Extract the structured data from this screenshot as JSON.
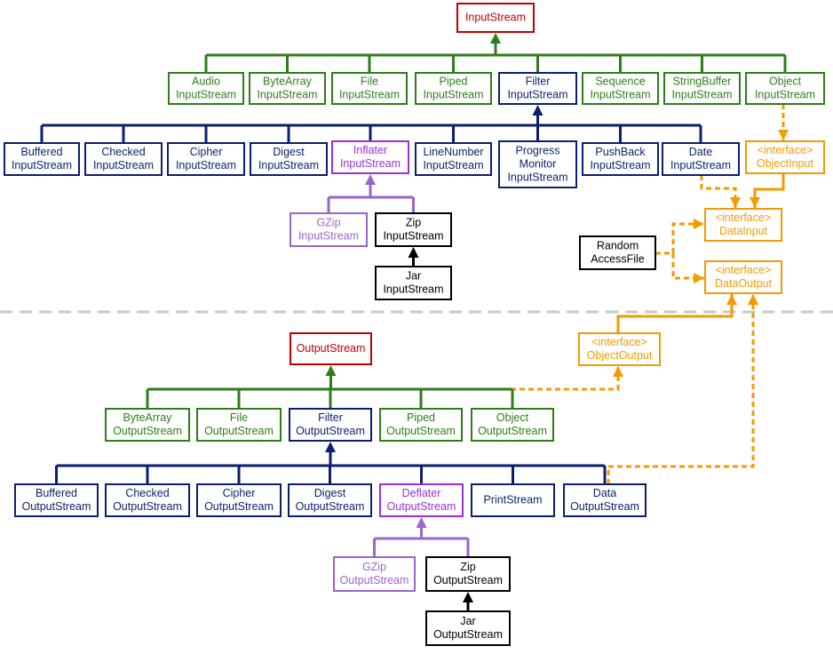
{
  "colors": {
    "root": "#c00000",
    "concrete": "#2e7d1b",
    "filter": "#0b1f6e",
    "compressed": "#9b30d9",
    "compressed_sub": "#9966cc",
    "zip": "#000000",
    "interface": "#f59a00",
    "separator": "#c8c8c8"
  },
  "nodes": [
    {
      "id": "inputstream",
      "label": [
        "InputStream"
      ],
      "kind": "root"
    },
    {
      "id": "audio-inputstream",
      "label": [
        "Audio",
        "InputStream"
      ],
      "kind": "concrete"
    },
    {
      "id": "bytearray-inputstream",
      "label": [
        "ByteArray",
        "InputStream"
      ],
      "kind": "concrete"
    },
    {
      "id": "file-inputstream",
      "label": [
        "File",
        "InputStream"
      ],
      "kind": "concrete"
    },
    {
      "id": "piped-inputstream",
      "label": [
        "Piped",
        "InputStream"
      ],
      "kind": "concrete"
    },
    {
      "id": "filter-inputstream",
      "label": [
        "Filter",
        "InputStream"
      ],
      "kind": "filter"
    },
    {
      "id": "sequence-inputstream",
      "label": [
        "Sequence",
        "InputStream"
      ],
      "kind": "concrete"
    },
    {
      "id": "stringbuffer-inputstream",
      "label": [
        "StringBuffer",
        "InputStream"
      ],
      "kind": "concrete"
    },
    {
      "id": "object-inputstream",
      "label": [
        "Object",
        "InputStream"
      ],
      "kind": "concrete"
    },
    {
      "id": "buffered-inputstream",
      "label": [
        "Buffered",
        "InputStream"
      ],
      "kind": "filter"
    },
    {
      "id": "checked-inputstream",
      "label": [
        "Checked",
        "InputStream"
      ],
      "kind": "filter"
    },
    {
      "id": "cipher-inputstream",
      "label": [
        "Cipher",
        "InputStream"
      ],
      "kind": "filter"
    },
    {
      "id": "digest-inputstream",
      "label": [
        "Digest",
        "InputStream"
      ],
      "kind": "filter"
    },
    {
      "id": "inflater-inputstream",
      "label": [
        "Inflater",
        "InputStream"
      ],
      "kind": "compressed"
    },
    {
      "id": "linenumber-inputstream",
      "label": [
        "LineNumber",
        "InputStream"
      ],
      "kind": "filter"
    },
    {
      "id": "progressmonitor-inputstream",
      "label": [
        "Progress",
        "Monitor",
        "InputStream"
      ],
      "kind": "filter"
    },
    {
      "id": "pushback-inputstream",
      "label": [
        "PushBack",
        "InputStream"
      ],
      "kind": "filter"
    },
    {
      "id": "data-inputstream",
      "label": [
        "Date",
        "InputStream"
      ],
      "kind": "filter"
    },
    {
      "id": "objectinput-interface",
      "label": [
        "<interface>",
        "ObjectInput"
      ],
      "kind": "interface"
    },
    {
      "id": "gzip-inputstream",
      "label": [
        "GZip",
        "InputStream"
      ],
      "kind": "compressed_sub"
    },
    {
      "id": "zip-inputstream",
      "label": [
        "Zip",
        "InputStream"
      ],
      "kind": "zip"
    },
    {
      "id": "jar-inputstream",
      "label": [
        "Jar",
        "InputStream"
      ],
      "kind": "zip"
    },
    {
      "id": "datainput-interface",
      "label": [
        "<interface>",
        "DataInput"
      ],
      "kind": "interface"
    },
    {
      "id": "randomaccessfile",
      "label": [
        "Random",
        "AccessFile"
      ],
      "kind": "zip"
    },
    {
      "id": "dataoutput-interface",
      "label": [
        "<interface>",
        "DataOutput"
      ],
      "kind": "interface"
    },
    {
      "id": "outputstream",
      "label": [
        "OutputStream"
      ],
      "kind": "root"
    },
    {
      "id": "objectoutput-interface",
      "label": [
        "<interface>",
        "ObjectOutput"
      ],
      "kind": "interface"
    },
    {
      "id": "bytearray-outputstream",
      "label": [
        "ByteArray",
        "OutputStream"
      ],
      "kind": "concrete"
    },
    {
      "id": "file-outputstream",
      "label": [
        "File",
        "OutputStream"
      ],
      "kind": "concrete"
    },
    {
      "id": "filter-outputstream",
      "label": [
        "Filter",
        "OutputStream"
      ],
      "kind": "filter"
    },
    {
      "id": "piped-outputstream",
      "label": [
        "Piped",
        "OutputStream"
      ],
      "kind": "concrete"
    },
    {
      "id": "object-outputstream",
      "label": [
        "Object",
        "OutputStream"
      ],
      "kind": "concrete"
    },
    {
      "id": "buffered-outputstream",
      "label": [
        "Buffered",
        "OutputStream"
      ],
      "kind": "filter"
    },
    {
      "id": "checked-outputstream",
      "label": [
        "Checked",
        "OutputStream"
      ],
      "kind": "filter"
    },
    {
      "id": "cipher-outputstream",
      "label": [
        "Cipher",
        "OutputStream"
      ],
      "kind": "filter"
    },
    {
      "id": "digest-outputstream",
      "label": [
        "Digest",
        "OutputStream"
      ],
      "kind": "filter"
    },
    {
      "id": "deflater-outputstream",
      "label": [
        "Deflater",
        "OutputStream"
      ],
      "kind": "compressed"
    },
    {
      "id": "printstream",
      "label": [
        "PrintStream"
      ],
      "kind": "filter"
    },
    {
      "id": "data-outputstream",
      "label": [
        "Data",
        "OutputStream"
      ],
      "kind": "filter"
    },
    {
      "id": "gzip-outputstream",
      "label": [
        "GZip",
        "OutputStream"
      ],
      "kind": "compressed_sub"
    },
    {
      "id": "zip-outputstream",
      "label": [
        "Zip",
        "OutputStream"
      ],
      "kind": "zip"
    },
    {
      "id": "jar-outputstream",
      "label": [
        "Jar",
        "OutputStream"
      ],
      "kind": "zip"
    }
  ],
  "edges": [
    {
      "id": "in-level1",
      "parent": "inputstream",
      "children": [
        "audio-inputstream",
        "bytearray-inputstream",
        "file-inputstream",
        "piped-inputstream",
        "filter-inputstream",
        "sequence-inputstream",
        "stringbuffer-inputstream",
        "object-inputstream"
      ],
      "kind": "concrete",
      "style": "solid"
    },
    {
      "id": "in-filter",
      "parent": "filter-inputstream",
      "children": [
        "buffered-inputstream",
        "checked-inputstream",
        "cipher-inputstream",
        "digest-inputstream",
        "inflater-inputstream",
        "linenumber-inputstream",
        "progressmonitor-inputstream",
        "pushback-inputstream",
        "data-inputstream"
      ],
      "kind": "filter",
      "style": "solid"
    },
    {
      "id": "in-inflater",
      "parent": "inflater-inputstream",
      "children": [
        "gzip-inputstream",
        "zip-inputstream"
      ],
      "kind": "compressed_sub",
      "style": "solid"
    },
    {
      "id": "in-zip",
      "parent": "zip-inputstream",
      "children": [
        "jar-inputstream"
      ],
      "kind": "zip",
      "style": "solid"
    },
    {
      "id": "objin-impl",
      "parent": "objectinput-interface",
      "children": [
        "object-inputstream"
      ],
      "kind": "interface",
      "style": "dashed"
    },
    {
      "id": "datain-ext",
      "parent": "datainput-interface",
      "children": [
        "objectinput-interface"
      ],
      "kind": "interface",
      "style": "solid"
    },
    {
      "id": "datain-impl",
      "parent": "datainput-interface",
      "children": [
        "data-inputstream"
      ],
      "kind": "interface",
      "style": "dashed"
    },
    {
      "id": "raf-datain",
      "parent": "datainput-interface",
      "children": [
        "randomaccessfile"
      ],
      "kind": "interface",
      "style": "dashed"
    },
    {
      "id": "raf-dataout",
      "parent": "dataoutput-interface",
      "children": [
        "randomaccessfile"
      ],
      "kind": "interface",
      "style": "dashed"
    },
    {
      "id": "dataout-ext",
      "parent": "dataoutput-interface",
      "children": [
        "objectoutput-interface"
      ],
      "kind": "interface",
      "style": "solid"
    },
    {
      "id": "dataout-impl",
      "parent": "dataoutput-interface",
      "children": [
        "data-outputstream"
      ],
      "kind": "interface",
      "style": "dashed"
    },
    {
      "id": "objout-impl",
      "parent": "objectoutput-interface",
      "children": [
        "object-outputstream"
      ],
      "kind": "interface",
      "style": "dashed"
    },
    {
      "id": "out-level1",
      "parent": "outputstream",
      "children": [
        "bytearray-outputstream",
        "file-outputstream",
        "filter-outputstream",
        "piped-outputstream",
        "object-outputstream"
      ],
      "kind": "concrete",
      "style": "solid"
    },
    {
      "id": "out-filter",
      "parent": "filter-outputstream",
      "children": [
        "buffered-outputstream",
        "checked-outputstream",
        "cipher-outputstream",
        "digest-outputstream",
        "deflater-outputstream",
        "printstream",
        "data-outputstream"
      ],
      "kind": "filter",
      "style": "solid"
    },
    {
      "id": "out-deflater",
      "parent": "deflater-outputstream",
      "children": [
        "gzip-outputstream",
        "zip-outputstream"
      ],
      "kind": "compressed_sub",
      "style": "solid"
    },
    {
      "id": "out-zip",
      "parent": "zip-outputstream",
      "children": [
        "jar-outputstream"
      ],
      "kind": "zip",
      "style": "solid"
    }
  ]
}
